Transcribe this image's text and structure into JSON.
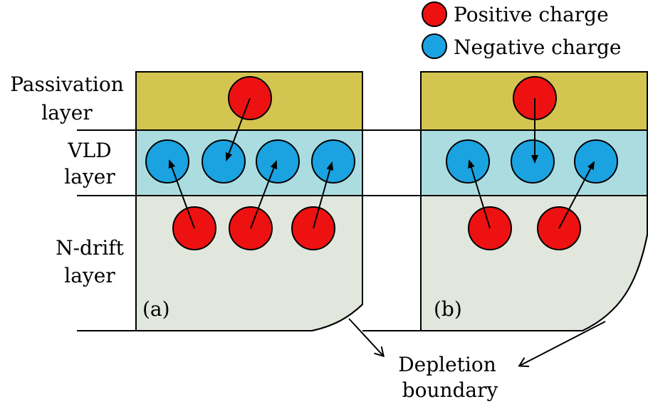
{
  "legend": {
    "positive": {
      "label": "Positive charge",
      "color": "#ee1111"
    },
    "negative": {
      "label": "Negative charge",
      "color": "#1aa3e0"
    }
  },
  "layers": [
    {
      "label_line1": "Passivation",
      "label_line2": "layer",
      "color": "#d4c551"
    },
    {
      "label_line1": "VLD",
      "label_line2": "layer",
      "color": "#abdde0"
    },
    {
      "label_line1": "N-drift",
      "label_line2": "layer",
      "color": "#e1e7dc"
    }
  ],
  "panels": [
    {
      "tag": "(a)",
      "negative_charges": 4,
      "positive_charges_drift": 3,
      "positive_charges_passivation": 1
    },
    {
      "tag": "(b)",
      "negative_charges": 3,
      "positive_charges_drift": 2,
      "positive_charges_passivation": 1
    }
  ],
  "annotation": {
    "line1": "Depletion",
    "line2": "boundary"
  }
}
